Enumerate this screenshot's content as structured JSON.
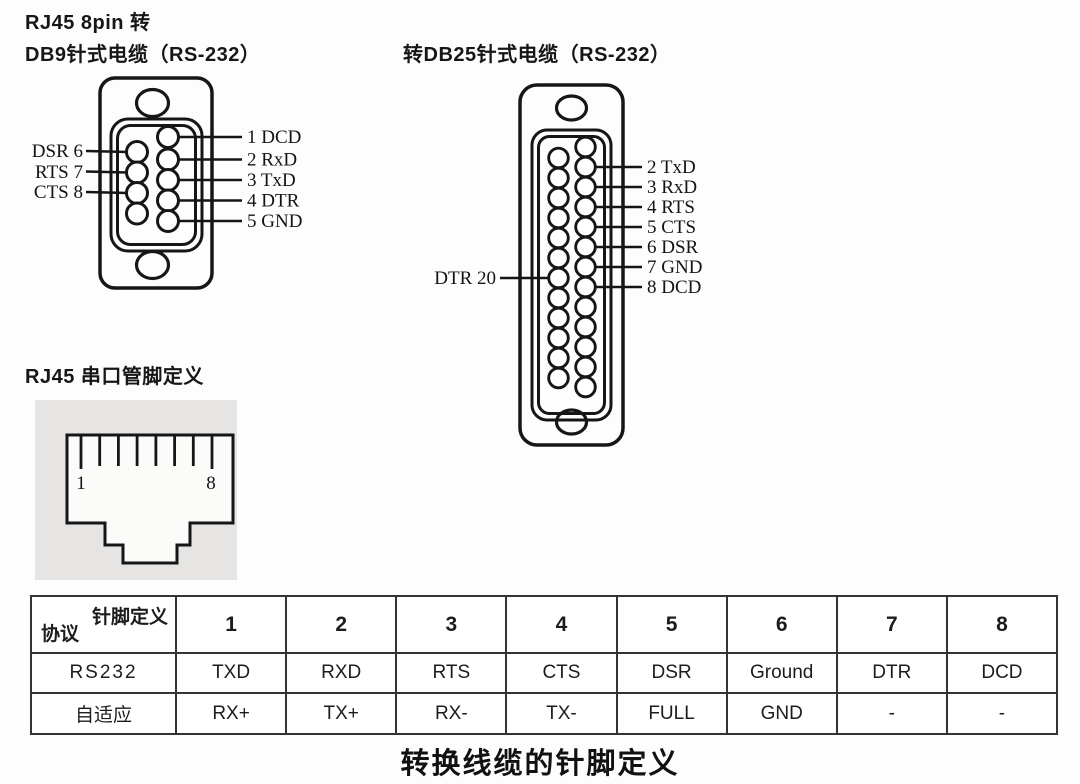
{
  "titles": {
    "rj45_line1": "RJ45 8pin 转",
    "rj45_line2": "DB9针式电缆（RS-232）",
    "db25_title": "转DB25针式电缆（RS-232）",
    "rj45_jack_title": "RJ45 串口管脚定义",
    "caption": "转换线缆的针脚定义"
  },
  "db9": {
    "left_labels": [
      "DSR 6",
      "RTS 7",
      "CTS 8"
    ],
    "right_labels": [
      "1 DCD",
      "2 RxD",
      "3 TxD",
      "4 DTR",
      "5 GND"
    ]
  },
  "db25": {
    "left_label": "DTR 20",
    "right_labels": [
      "2 TxD",
      "3 RxD",
      "4 RTS",
      "5 CTS",
      "6 DSR",
      "7 GND",
      "8 DCD"
    ]
  },
  "rj45_jack": {
    "first_pin": "1",
    "last_pin": "8"
  },
  "table": {
    "corner_top": "针脚定义",
    "corner_bottom": "协议",
    "columns": [
      "1",
      "2",
      "3",
      "4",
      "5",
      "6",
      "7",
      "8"
    ],
    "rows": [
      {
        "label": "RS232",
        "values": [
          "TXD",
          "RXD",
          "RTS",
          "CTS",
          "DSR",
          "Ground",
          "DTR",
          "DCD"
        ]
      },
      {
        "label": "自适应",
        "values": [
          "RX+",
          "TX+",
          "RX-",
          "TX-",
          "FULL",
          "GND",
          "-",
          "-"
        ]
      }
    ]
  },
  "colors": {
    "header_green": "#c8e3b1",
    "header_tan": "#f8dc97",
    "diagram_gray": "#e6e5e3",
    "ink": "#1c1c1c"
  }
}
